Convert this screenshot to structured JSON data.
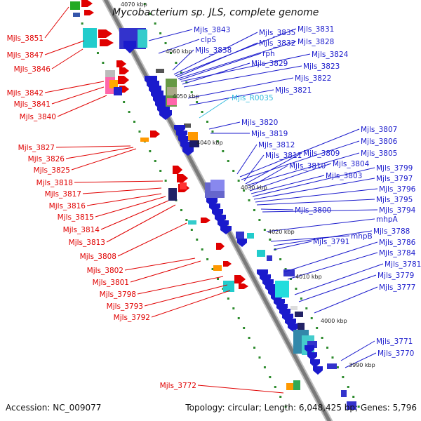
{
  "title": "Mycobacterium sp. JLS, complete genome",
  "accession": "Accession: NC_009077",
  "topology_line": "Topology: circular; Length: 6,048,425 bp; Genes: 5,796",
  "colors": {
    "forward": "#1a1acc",
    "reverse": "#e00000",
    "rna": "#33bbdd",
    "backbone": "#888888",
    "tick_dot": "#2e8b2e"
  },
  "ticks": [
    "4070 kbp",
    "4060 kbp",
    "4050 kbp",
    "4040 kbp",
    "4030 kbp",
    "4020 kbp",
    "4010 kbp",
    "4000 kbp",
    "3990 kbp"
  ],
  "reverse_labels": [
    "Mjls_3851",
    "Mjls_3847",
    "Mjls_3846",
    "Mjls_3842",
    "Mjls_3841",
    "Mjls_3840",
    "Mjls_3827",
    "Mjls_3826",
    "Mjls_3825",
    "Mjls_3818",
    "Mjls_3817",
    "Mjls_3816",
    "Mjls_3815",
    "Mjls_3814",
    "Mjls_3813",
    "Mjls_3808",
    "Mjls_3802",
    "Mjls_3801",
    "Mjls_3798",
    "Mjls_3793",
    "Mjls_3792",
    "Mjls_3772"
  ],
  "forward_labels": [
    "Mjls_3843",
    "clpS",
    "Mjls_3838",
    "Mjls_3835",
    "Mjls_3831",
    "Mjls_3832",
    "Mjls_3828",
    "rph",
    "Mjls_3824",
    "Mjls_3829",
    "Mjls_3823",
    "Mjls_3822",
    "Mjls_3821",
    "Mjls_R0035",
    "Mjls_3820",
    "Mjls_3819",
    "Mjls_3812",
    "Mjls_3807",
    "Mjls_3806",
    "Mjls_3811",
    "Mjls_3809",
    "Mjls_3805",
    "Mjls_3810",
    "Mjls_3804",
    "Mjls_3803",
    "Mjls_3799",
    "Mjls_3797",
    "Mjls_3796",
    "Mjls_3795",
    "Mjls_3800",
    "Mjls_3794",
    "mhpA",
    "mhpB",
    "Mjls_3788",
    "Mjls_3791",
    "Mjls_3786",
    "Mjls_3784",
    "Mjls_3781",
    "Mjls_3779",
    "Mjls_3777",
    "Mjls_3771",
    "Mjls_3770"
  ]
}
